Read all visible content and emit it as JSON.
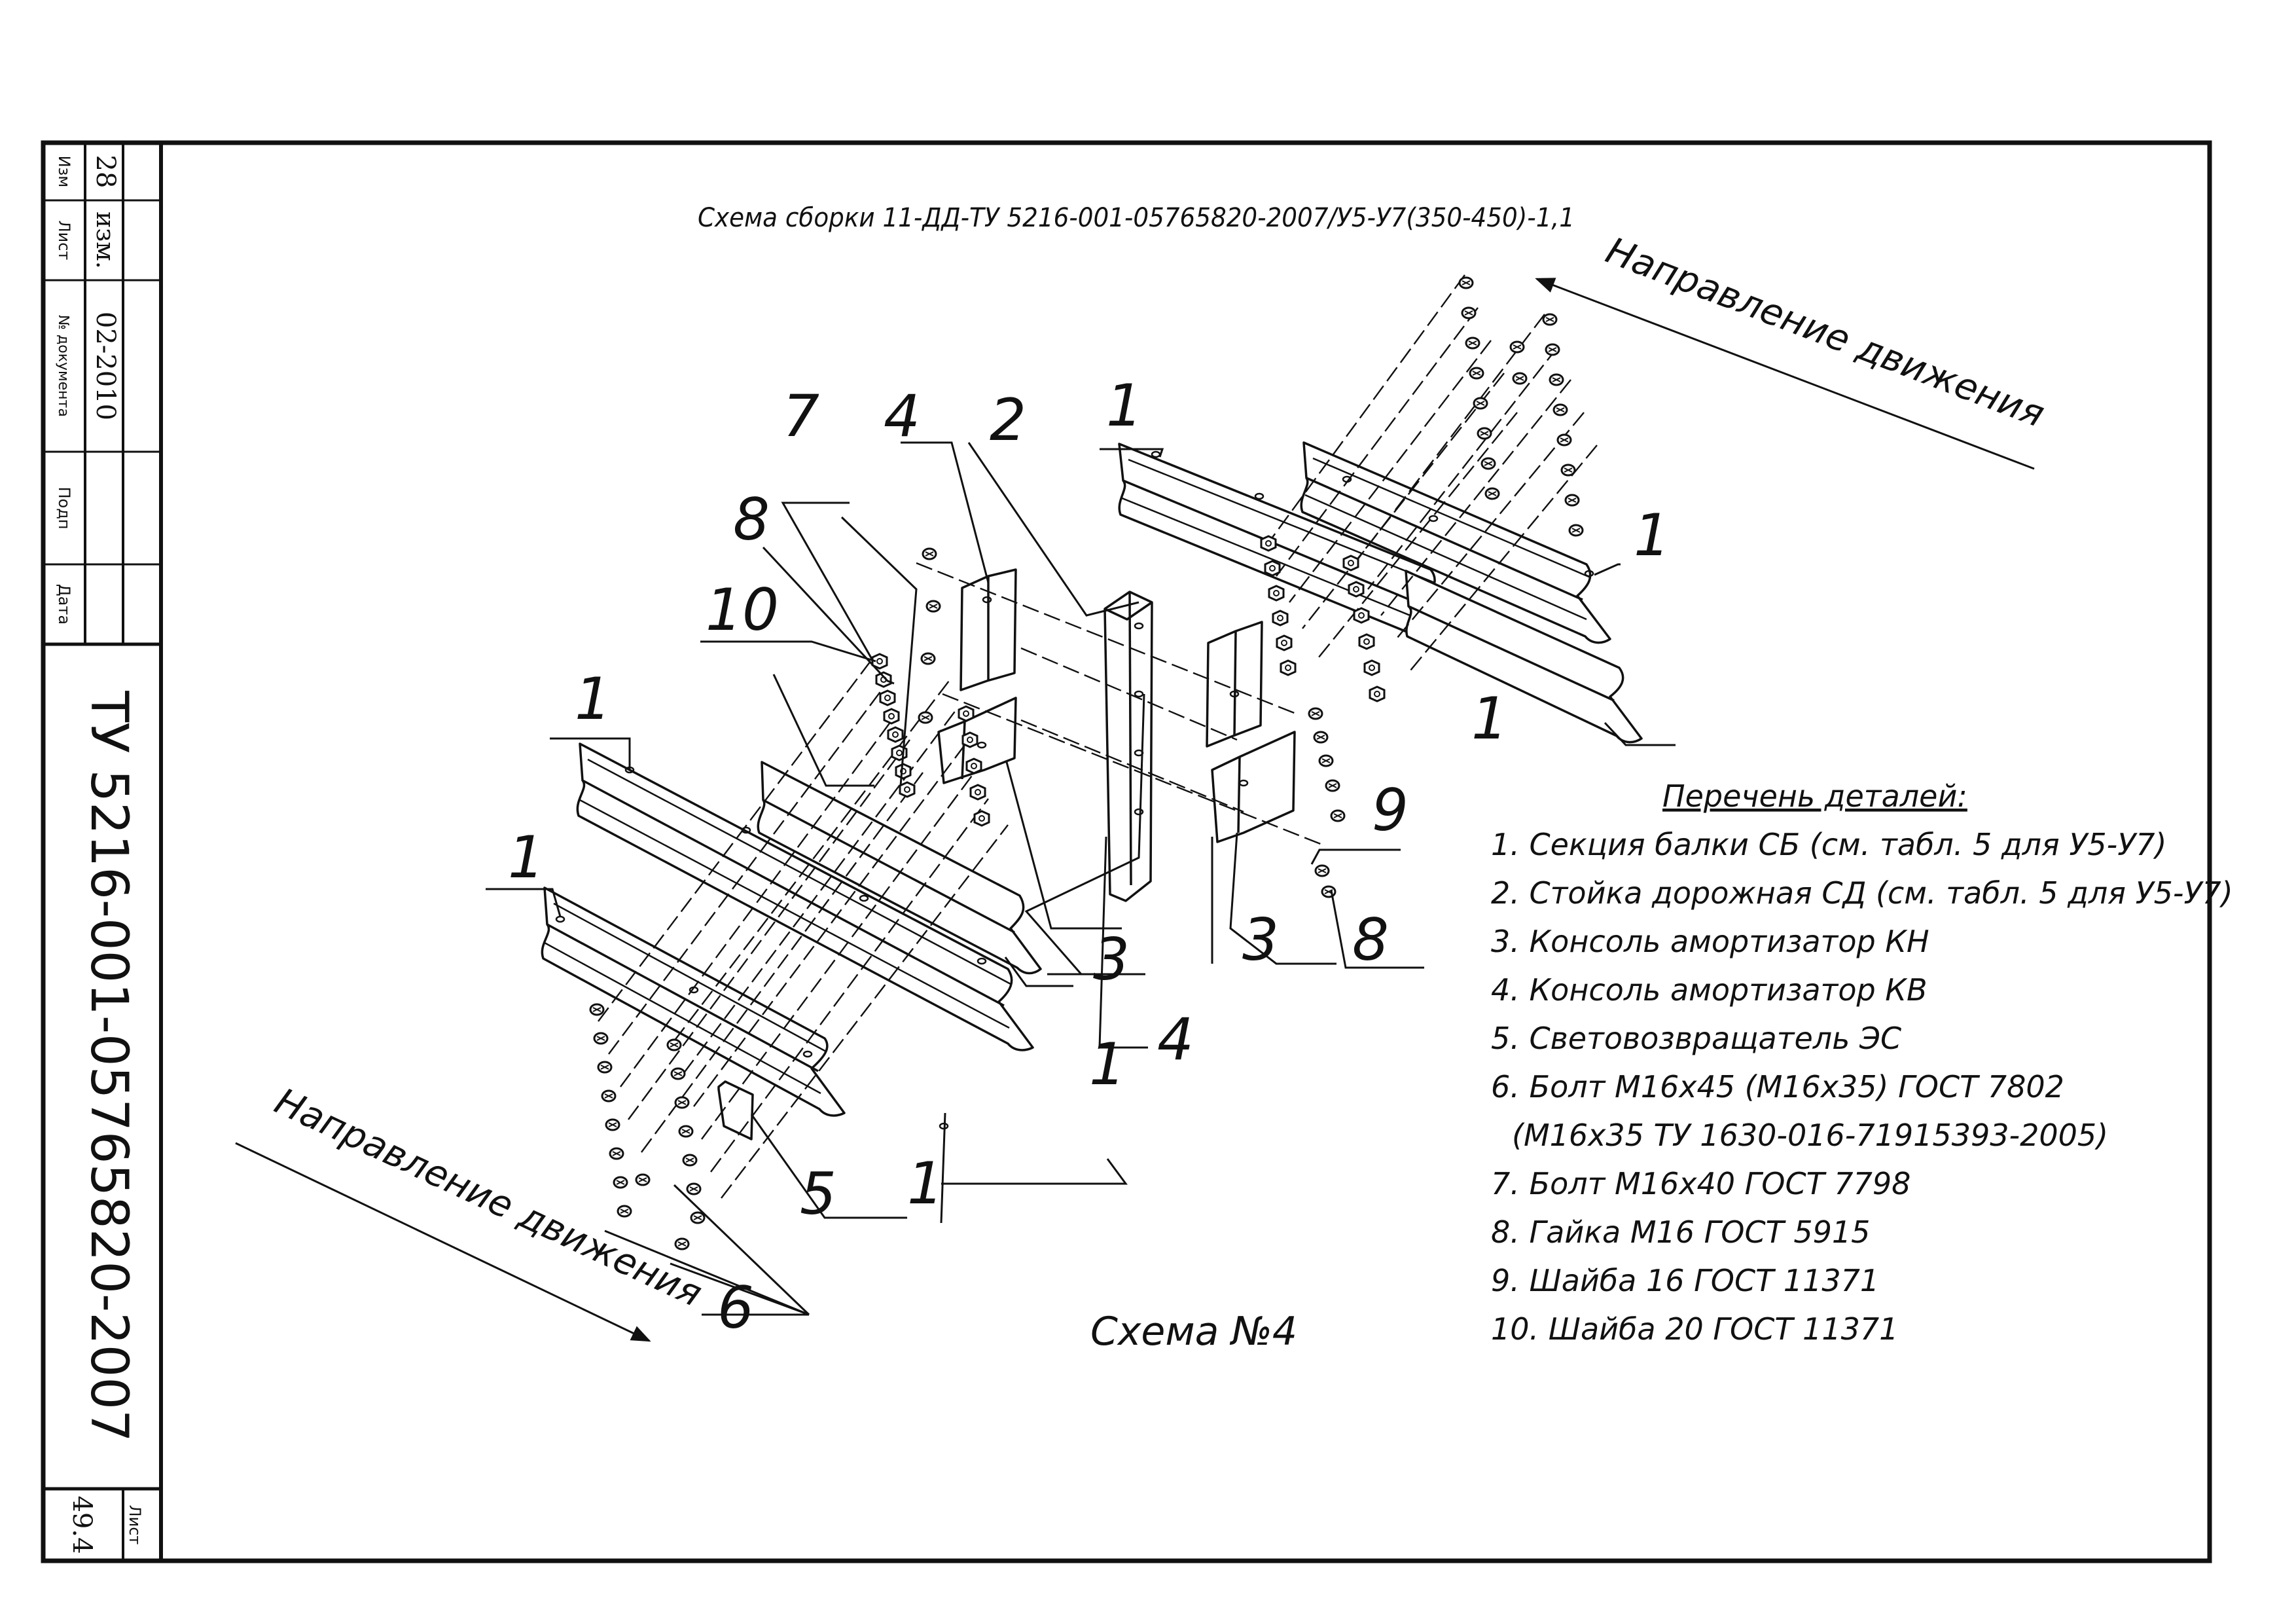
{
  "title": "Схема сборки 11-ДД-ТУ 5216-001-05765820-2007/У5-У7(350-450)-1,1",
  "direction_label": "Направление движения",
  "scheme_label": "Схема №4",
  "stamp": {
    "side_headers": [
      "Изм",
      "Лист",
      "№ документа",
      "Подп",
      "Дата"
    ],
    "side_values": [
      "28",
      "изм.",
      "02-2010"
    ],
    "doc_code": "ТУ 5216-001-05765820-2007",
    "sheet_label": "Лист",
    "sheet_number": "49.4"
  },
  "callouts": [
    "1",
    "1",
    "1",
    "1",
    "1",
    "1",
    "1",
    "2",
    "3",
    "3",
    "4",
    "4",
    "5",
    "6",
    "7",
    "8",
    "8",
    "9",
    "10"
  ],
  "parts_list": {
    "heading": "Перечень деталей:",
    "items": [
      "1. Секция балки СБ (см. табл. 5 для У5-У7)",
      "2. Стойка дорожная СД (см. табл. 5 для У5-У7)",
      "3. Консоль амортизатор КН",
      "4. Консоль амортизатор КВ",
      "5. Световозвращатель ЭС",
      "6. Болт М16х45 (М16х35) ГОСТ 7802",
      "(М16х35 ТУ 1630-016-71915393-2005)",
      "7. Болт М16х40 ГОСТ 7798",
      "8. Гайка М16 ГОСТ 5915",
      "9. Шайба 16 ГОСТ 11371",
      "10. Шайба 20 ГОСТ 11371"
    ]
  }
}
